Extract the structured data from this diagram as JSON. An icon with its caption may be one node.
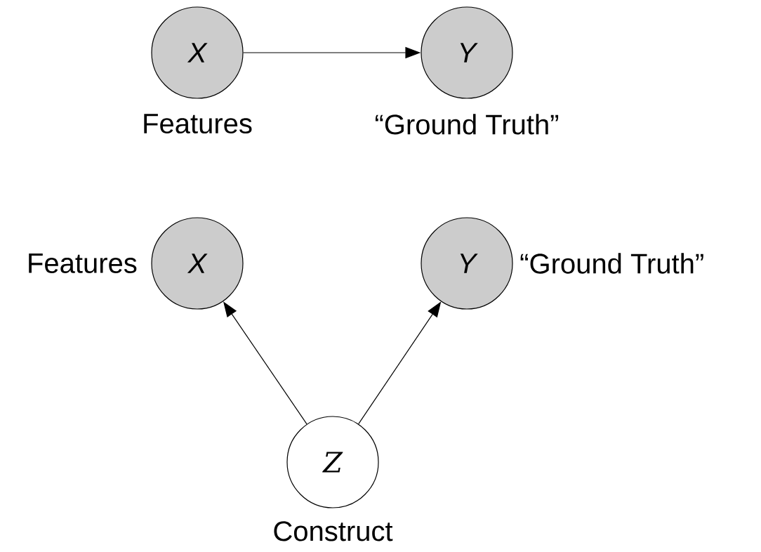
{
  "diagram": {
    "nodes": [
      {
        "text": [
          "X"
        ],
        "beside": [
          "Features"
        ]
      },
      {
        "text": [
          "Y"
        ],
        "beside": [
          "“Ground Truth”"
        ]
      },
      {
        "text": [
          "X"
        ],
        "beside": [
          "Features"
        ]
      },
      {
        "text": [
          "Y"
        ],
        "beside": [
          "“Ground Truth”"
        ]
      },
      {
        "text": [
          "Z"
        ],
        "beside": [
          "Construct"
        ]
      }
    ],
    "edges": [
      {
        "from": 0,
        "to": 1,
        "arrow": "to"
      },
      {
        "from": 4,
        "to": 2,
        "arrow": "to"
      },
      {
        "from": 4,
        "to": 3,
        "arrow": "to"
      }
    ]
  }
}
